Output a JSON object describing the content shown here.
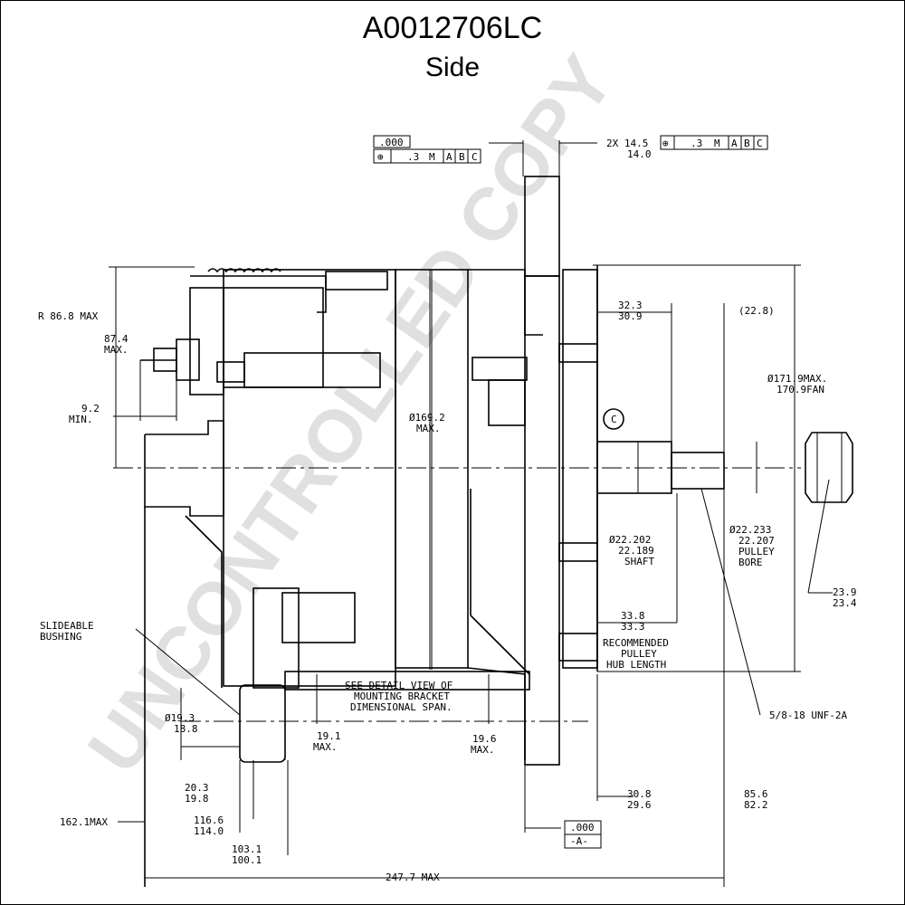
{
  "title": "A0012706LC",
  "subtitle": "Side",
  "watermark": "UNCONTROLLED COPY",
  "dimensions": {
    "r_max": "R 86.8 MAX",
    "d87_4": "87.4",
    "max": "MAX.",
    "d9_2": "9.2",
    "min": "MIN.",
    "d169": "Ø169.2",
    "d32_3": "32.3",
    "d30_9": "30.9",
    "d22_8": "(22.8)",
    "d171": "Ø171.9MAX.",
    "d170": "170.9FAN",
    "datum_c": "C",
    "d22_202": "Ø22.202",
    "d22_189": "22.189",
    "shaft": "SHAFT",
    "d22_233": "Ø22.233",
    "d22_207": "22.207",
    "pulley": "PULLEY",
    "bore": "BORE",
    "d23_9": "23.9",
    "d23_4": "23.4",
    "d33_8": "33.8",
    "d33_3": "33.3",
    "rec1": "RECOMMENDED",
    "rec2": "PULLEY",
    "rec3": "HUB LENGTH",
    "thread": "5/8-18 UNF-2A",
    "bushing1": "SLIDEABLE",
    "bushing2": "BUSHING",
    "see1": "SEE DETAIL VIEW OF",
    "see2": "MOUNTING BRACKET",
    "see3": "DIMENSIONAL SPAN.",
    "d19_3": "Ø19.3",
    "d18_8": "18.8",
    "d19_1": "19.1",
    "d19_6": "19.6",
    "d20_3": "20.3",
    "d19_8": "19.8",
    "d116_6": "116.6",
    "d114_0": "114.0",
    "d103_1": "103.1",
    "d100_1": "100.1",
    "d162": "162.1MAX",
    "d30_8": "30.8",
    "d29_6": "29.6",
    "d85_6": "85.6",
    "d82_2": "82.2",
    "d247": "247.7 MAX",
    "d14_5": "2X 14.5",
    "d14_0": "14.0",
    "fcf_tol": ".3",
    "fcf_m": "M",
    "fcf_a": "A",
    "fcf_b": "B",
    "fcf_c": "C",
    "zero": ".000",
    "datum_a": "-A-"
  }
}
